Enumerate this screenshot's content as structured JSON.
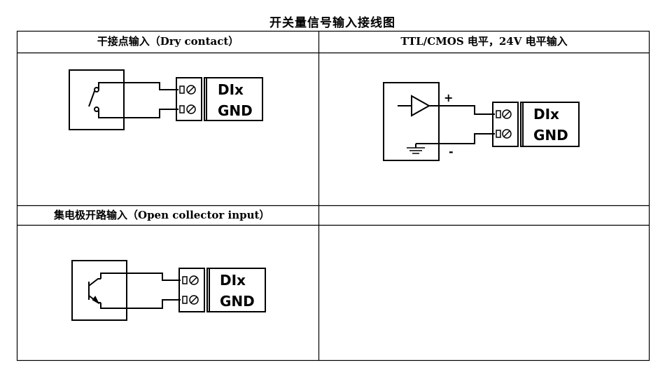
{
  "title": "开关量信号输入接线图",
  "headers": {
    "dry_contact": "干接点输入（Dry contact）",
    "ttl_cmos": "TTL/CMOS 电平，24V 电平输入",
    "open_collector": "集电极开路输入（Open collector input）"
  },
  "terminal": {
    "di_label": "DIx",
    "gnd_label": "GND"
  },
  "polarity": {
    "plus": "+",
    "minus": "-"
  },
  "colors": {
    "line": "#000000",
    "background": "#ffffff"
  },
  "icons": [
    "switch-icon",
    "buffer-amplifier-icon",
    "ground-icon",
    "npn-transistor-icon",
    "screw-terminal-icon"
  ]
}
